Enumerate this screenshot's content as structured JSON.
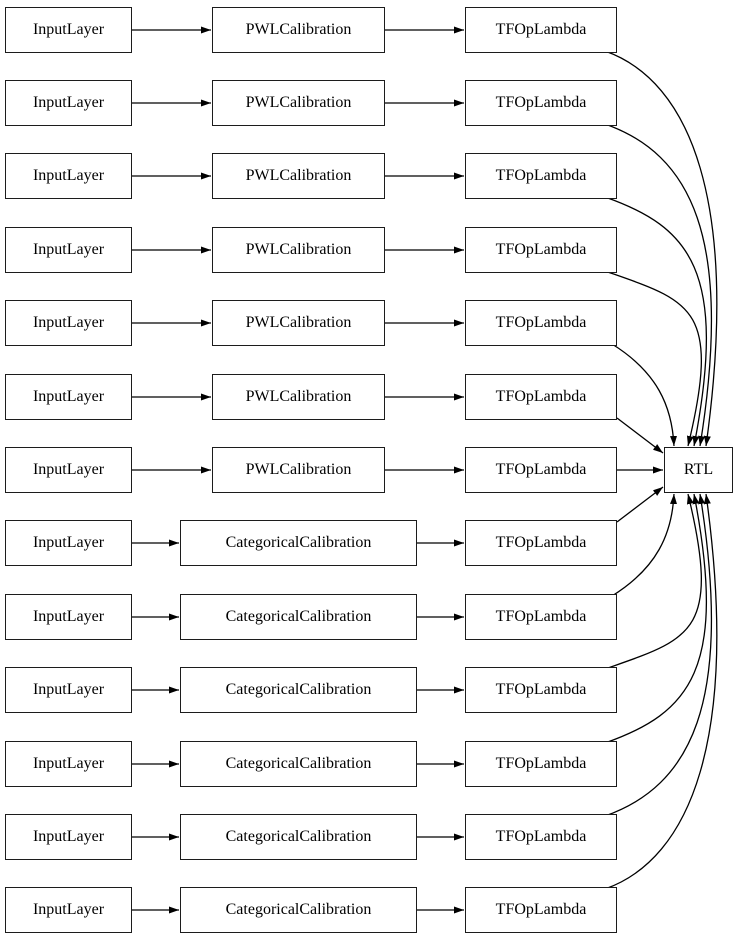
{
  "diagram": {
    "rows": [
      {
        "input": "InputLayer",
        "calibration": "PWLCalibration",
        "lambda": "TFOpLambda"
      },
      {
        "input": "InputLayer",
        "calibration": "PWLCalibration",
        "lambda": "TFOpLambda"
      },
      {
        "input": "InputLayer",
        "calibration": "PWLCalibration",
        "lambda": "TFOpLambda"
      },
      {
        "input": "InputLayer",
        "calibration": "PWLCalibration",
        "lambda": "TFOpLambda"
      },
      {
        "input": "InputLayer",
        "calibration": "PWLCalibration",
        "lambda": "TFOpLambda"
      },
      {
        "input": "InputLayer",
        "calibration": "PWLCalibration",
        "lambda": "TFOpLambda"
      },
      {
        "input": "InputLayer",
        "calibration": "PWLCalibration",
        "lambda": "TFOpLambda"
      },
      {
        "input": "InputLayer",
        "calibration": "CategoricalCalibration",
        "lambda": "TFOpLambda"
      },
      {
        "input": "InputLayer",
        "calibration": "CategoricalCalibration",
        "lambda": "TFOpLambda"
      },
      {
        "input": "InputLayer",
        "calibration": "CategoricalCalibration",
        "lambda": "TFOpLambda"
      },
      {
        "input": "InputLayer",
        "calibration": "CategoricalCalibration",
        "lambda": "TFOpLambda"
      },
      {
        "input": "InputLayer",
        "calibration": "CategoricalCalibration",
        "lambda": "TFOpLambda"
      },
      {
        "input": "InputLayer",
        "calibration": "CategoricalCalibration",
        "lambda": "TFOpLambda"
      }
    ],
    "output": {
      "label": "RTL"
    },
    "edges": [
      [
        "in0",
        "cal0"
      ],
      [
        "cal0",
        "lam0"
      ],
      [
        "lam0",
        "rtl"
      ],
      [
        "in1",
        "cal1"
      ],
      [
        "cal1",
        "lam1"
      ],
      [
        "lam1",
        "rtl"
      ],
      [
        "in2",
        "cal2"
      ],
      [
        "cal2",
        "lam2"
      ],
      [
        "lam2",
        "rtl"
      ],
      [
        "in3",
        "cal3"
      ],
      [
        "cal3",
        "lam3"
      ],
      [
        "lam3",
        "rtl"
      ],
      [
        "in4",
        "cal4"
      ],
      [
        "cal4",
        "lam4"
      ],
      [
        "lam4",
        "rtl"
      ],
      [
        "in5",
        "cal5"
      ],
      [
        "cal5",
        "lam5"
      ],
      [
        "lam5",
        "rtl"
      ],
      [
        "in6",
        "cal6"
      ],
      [
        "cal6",
        "lam6"
      ],
      [
        "lam6",
        "rtl"
      ],
      [
        "in7",
        "cal7"
      ],
      [
        "cal7",
        "lam7"
      ],
      [
        "lam7",
        "rtl"
      ],
      [
        "in8",
        "cal8"
      ],
      [
        "cal8",
        "lam8"
      ],
      [
        "lam8",
        "rtl"
      ],
      [
        "in9",
        "cal9"
      ],
      [
        "cal9",
        "lam9"
      ],
      [
        "lam9",
        "rtl"
      ],
      [
        "in10",
        "cal10"
      ],
      [
        "cal10",
        "lam10"
      ],
      [
        "lam10",
        "rtl"
      ],
      [
        "in11",
        "cal11"
      ],
      [
        "cal11",
        "lam11"
      ],
      [
        "lam11",
        "rtl"
      ],
      [
        "in12",
        "cal12"
      ],
      [
        "cal12",
        "lam12"
      ],
      [
        "lam12",
        "rtl"
      ]
    ],
    "colors": {
      "background": "#ffffff",
      "node_border": "#1c1c1c",
      "edge": "#000000",
      "text": "#000000"
    }
  }
}
